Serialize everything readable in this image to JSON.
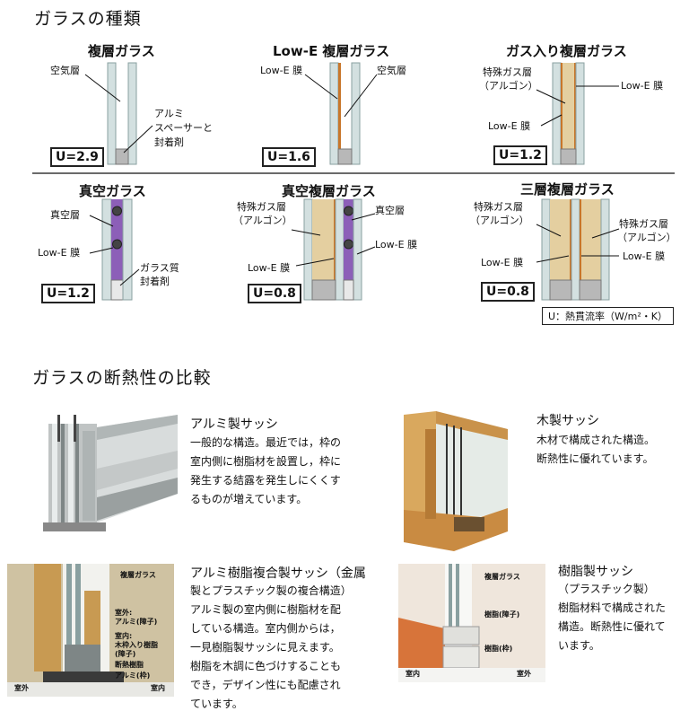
{
  "section1": {
    "title": "ガラスの種類"
  },
  "panels": [
    {
      "title": "複層ガラス",
      "u": "U=2.9",
      "labels": [
        "空気層",
        "アルミ",
        "スペーサーと",
        "封着剤"
      ]
    },
    {
      "title": "Low-E 複層ガラス",
      "u": "U=1.6",
      "labels": [
        "Low-E 膜",
        "空気層"
      ]
    },
    {
      "title": "ガス入り複層ガラス",
      "u": "U=1.2",
      "labels": [
        "特殊ガス層",
        "（アルゴン）",
        "Low-E 膜",
        "Low-E 膜"
      ]
    },
    {
      "title": "真空ガラス",
      "u": "U=1.2",
      "labels": [
        "真空層",
        "Low-E 膜",
        "ガラス質",
        "封着剤"
      ]
    },
    {
      "title": "真空複層ガラス",
      "u": "U=0.8",
      "labels": [
        "特殊ガス層",
        "（アルゴン）",
        "真空層",
        "Low-E 膜",
        "Low-E 膜"
      ]
    },
    {
      "title": "三層複層ガラス",
      "u": "U=0.8",
      "labels": [
        "特殊ガス層",
        "（アルゴン）",
        "特殊ガス層",
        "（アルゴン）",
        "Low-E 膜",
        "Low-E 膜"
      ]
    }
  ],
  "legend": "U：熱貫流率（W/m²・K）",
  "section2": {
    "title": "ガラスの断熱性の比較"
  },
  "sashes": [
    {
      "title": "アルミ製サッシ",
      "lines": [
        "一般的な構造。最近では，枠の",
        "室内側に樹脂材を設置し，枠に",
        "発生する結露を発生しにくくす",
        "るものが増えています。"
      ]
    },
    {
      "title": "木製サッシ",
      "lines": [
        "木材で構成された構造。",
        "断熱性に優れています。"
      ]
    },
    {
      "title": "アルミ樹脂複合製サッシ（金属",
      "lines": [
        "製とプラスチック製の複合構造）",
        "アルミ製の室内側に樹脂材を配",
        "している構造。室内側からは，",
        "一見樹脂製サッシに見えます。",
        "樹脂を木調に色づけすることも",
        "でき，デザイン性にも配慮され",
        "ています。"
      ]
    },
    {
      "title": "樹脂製サッシ",
      "lines": [
        "（プラスチック製）",
        "樹脂材料で構成された",
        "構造。断熱性に優れて",
        "います。"
      ]
    }
  ],
  "photo_labels": {
    "composite": [
      "複層ガラス",
      "室外:",
      "アルミ(障子)",
      "室内:",
      "木枠入り樹脂",
      "(障子)",
      "断熱樹脂",
      "アルミ(枠)",
      "室外",
      "室内"
    ],
    "resin": [
      "複層ガラス",
      "樹脂(障子)",
      "樹脂(枠)",
      "室内",
      "室外"
    ]
  },
  "colors": {
    "glass": "#d3e0e0",
    "glass_edge": "#8aa0a0",
    "lowe": "#c8762a",
    "gas": "#e4cfa0",
    "vacuum": "#8c5fb8",
    "spacer": "#b8b8b8"
  }
}
